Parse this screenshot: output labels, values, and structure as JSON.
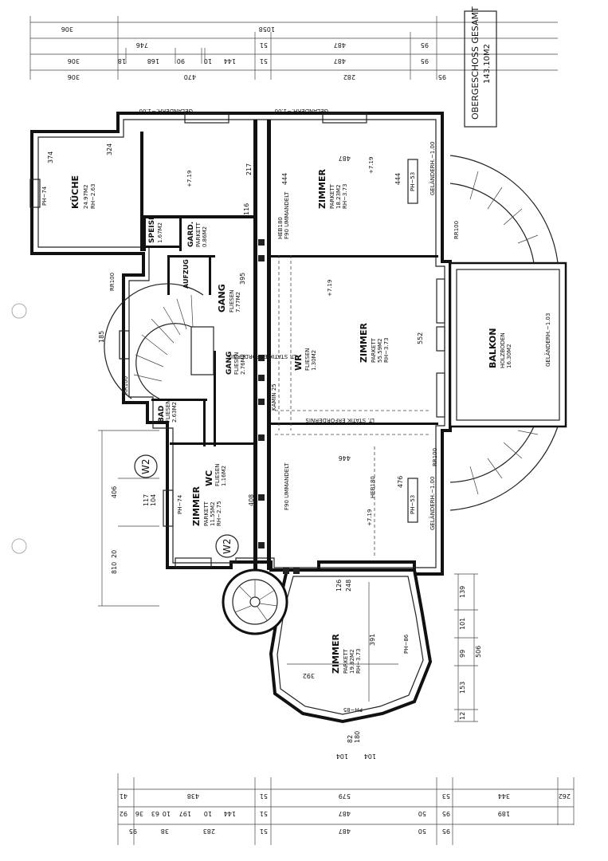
{
  "title": {
    "line1": "OBERGESCHOSS GESAMT",
    "line2": "143.10M2"
  },
  "rooms": {
    "kueche": {
      "name": "KÜCHE",
      "l1": "24.97M2",
      "l2": "RH~2.63",
      "d1": "374",
      "d2": "324"
    },
    "speise": {
      "name": "SPEISE",
      "l1": "1.67M2"
    },
    "gard": {
      "name": "GARD.",
      "l1": "PARKETT",
      "l2": "0.86M2"
    },
    "aufzug": {
      "name": "AUFZUG"
    },
    "gang1": {
      "name": "GANG",
      "l1": "FLIESEN",
      "l2": "7.77M2"
    },
    "gang2": {
      "name": "GANG",
      "l1": "FLIESEN",
      "l2": "2.76M2"
    },
    "bad": {
      "name": "BAD",
      "l1": "FLIESEN",
      "l2": "2.63M2"
    },
    "wc": {
      "name": "WC",
      "l1": "FLIESEN",
      "l2": "1.16M2"
    },
    "wr": {
      "name": "WR",
      "l1": "FLIESEN",
      "l2": "1.30M2"
    },
    "zimmer_top": {
      "name": "ZIMMER",
      "l1": "PARKETT",
      "l2": "18.23M2",
      "l3": "RH~3.73"
    },
    "zimmer_mid": {
      "name": "ZIMMER",
      "l1": "PARKETT",
      "l2": "55.59M2",
      "l3": "RH~3.73"
    },
    "zimmer_small": {
      "name": "ZIMMER",
      "l1": "PARKETT",
      "l2": "11.55M2",
      "l3": "RH~2.75"
    },
    "zimmer_oct": {
      "name": "ZIMMER",
      "l1": "PARKETT",
      "l2": "19.82M2",
      "l3": "RH~3.73"
    },
    "balkon": {
      "name": "BALKON",
      "l1": "HOLZBODEN",
      "l2": "16.30M2"
    }
  },
  "labels": {
    "w2a": "W2",
    "w2b": "W2",
    "kamin": "KAMIN 25",
    "elev": "+7.19",
    "gelaender": "GELÄNDERH.~1.00",
    "gelaender2": "GELÄNDERH.~1.03",
    "f90a": "F90 UMMANDELT",
    "f90b": "F90 UMMANDELT",
    "stat": "LT. STATIK ERFORDERNIS",
    "heb": "HEB180",
    "rr": "RR100",
    "ph": "PH~53",
    "ph74": "PH~74",
    "ph86": "PH~86",
    "ph85": "PH~85"
  },
  "dims_top": {
    "r1": [
      "306",
      "1058"
    ],
    "r2": [
      "746",
      "51",
      "487",
      "95"
    ],
    "r3": [
      "306",
      "18",
      "168",
      "90",
      "10",
      "144",
      "51",
      "487",
      "95"
    ],
    "r4": [
      "306",
      "470",
      "282",
      "95"
    ]
  },
  "dims_bottom": {
    "r1": [
      "41",
      "438",
      "51",
      "579",
      "53",
      "344",
      "262"
    ],
    "r2": [
      "92",
      "36",
      "63",
      "10",
      "197",
      "10",
      "144",
      "51",
      "487",
      "50",
      "95",
      "189"
    ],
    "r3": [
      "95",
      "38",
      "283",
      "51",
      "487",
      "50",
      "95"
    ]
  },
  "dims_right": [
    "139",
    "101",
    "99",
    "153",
    "12",
    "506"
  ],
  "dims_left": [
    "185",
    "406",
    "117",
    "104",
    "20",
    "810"
  ],
  "misc": {
    "d217": "217",
    "d395": "395",
    "d444": "444",
    "d487": "487",
    "d552": "552",
    "d446": "446",
    "d476": "476",
    "d408": "408",
    "d392": "392",
    "d391": "391",
    "d248": "248",
    "d126": "126",
    "d104a": "104",
    "d104b": "104",
    "d180": "180",
    "d82": "82",
    "d116": "116"
  }
}
